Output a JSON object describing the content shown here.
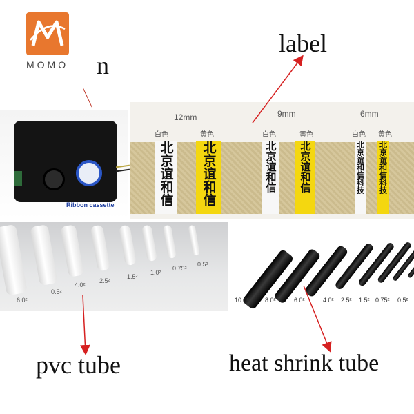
{
  "logo": {
    "text": "MOMO",
    "trailing_letter": "n",
    "color": "#e8772e"
  },
  "captions": {
    "label": "label",
    "pvc_tube": "pvc tube",
    "heat_shrink_tube": "heat shrink tube"
  },
  "cassette": {
    "caption": "Ribbon cassette"
  },
  "label_samples": [
    {
      "size": "12mm",
      "white_name": "白色",
      "yellow_name": "黄色",
      "white_text": "北京谊和信",
      "yellow_text": "北京谊和信"
    },
    {
      "size": "9mm",
      "white_name": "白色",
      "yellow_name": "黄色",
      "white_text": "北京谊和信",
      "yellow_text": "北京谊和信"
    },
    {
      "size": "6mm",
      "white_name": "白色",
      "yellow_name": "黄色",
      "white_text": "北京谊和信科技",
      "yellow_text": "北京谊和信科技"
    }
  ],
  "pvc_sizes": [
    "6.0²",
    "0.5²",
    "4.0²",
    "2.5²",
    "1.5²",
    "1.0²",
    "0.75²",
    "0.5²"
  ],
  "heat_shrink_sizes": [
    "10.0²",
    "8.0²",
    "6.0²",
    "4.0²",
    "2.5²",
    "1.5²",
    "0.75²",
    "0.5²"
  ],
  "colors": {
    "arrow": "#d62020",
    "tape_yellow": "#f4d710",
    "tape_white": "#f7f7f7"
  }
}
